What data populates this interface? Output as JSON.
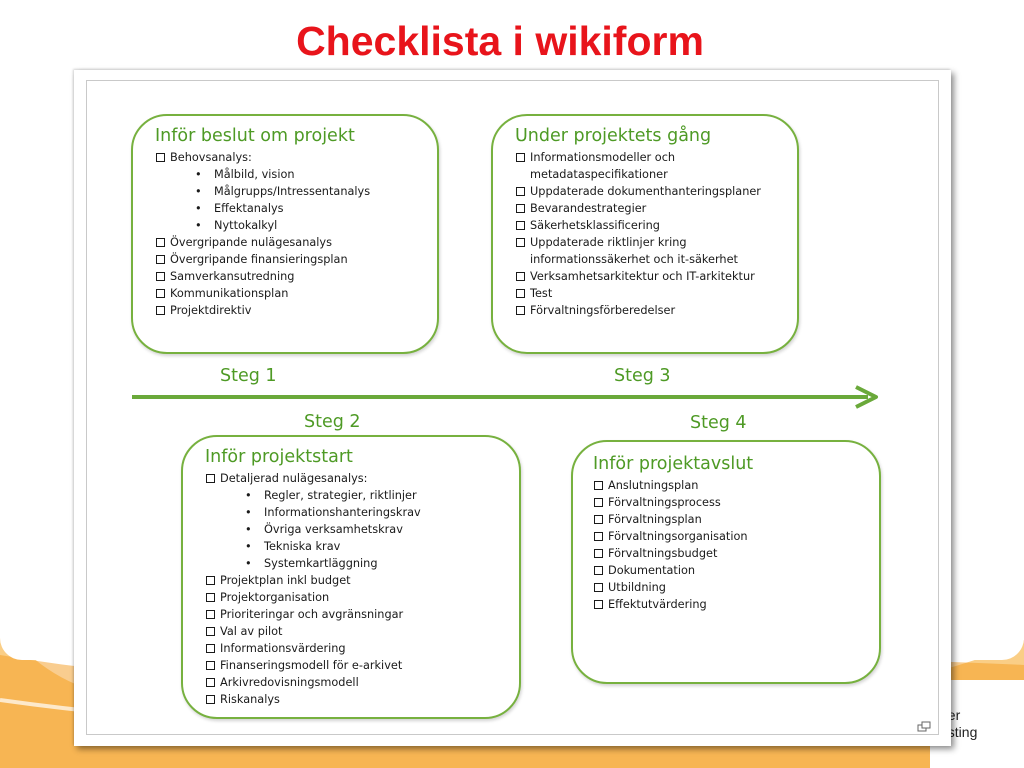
{
  "title": "Checklista i wikiform",
  "corner_logo": {
    "lines": [
      "s",
      "ner",
      "dsting"
    ]
  },
  "boxes": {
    "box1": {
      "title": "Inför beslut om projekt",
      "items": [
        {
          "kind": "cb",
          "text": "Behovsanalys:"
        },
        {
          "kind": "sub",
          "text": "Målbild, vision"
        },
        {
          "kind": "sub",
          "text": "Målgrupps/Intressentanalys"
        },
        {
          "kind": "sub",
          "text": "Effektanalys"
        },
        {
          "kind": "sub",
          "text": "Nyttokalkyl"
        },
        {
          "kind": "cb",
          "text": "Övergripande nulägesanalys"
        },
        {
          "kind": "cb",
          "text": "Övergripande finansieringsplan"
        },
        {
          "kind": "cb",
          "text": "Samverkansutredning"
        },
        {
          "kind": "cb",
          "text": "Kommunikationsplan"
        },
        {
          "kind": "cb",
          "text": "Projektdirektiv"
        }
      ]
    },
    "box2": {
      "title": "Under projektets gång",
      "items": [
        {
          "kind": "cb",
          "text": "Informationsmodeller och"
        },
        {
          "kind": "cont",
          "text": "metadataspecifikationer"
        },
        {
          "kind": "cb",
          "text": "Uppdaterade dokumenthanteringsplaner"
        },
        {
          "kind": "cb",
          "text": "Bevarandestrategier"
        },
        {
          "kind": "cb",
          "text": "Säkerhetsklassificering"
        },
        {
          "kind": "cb",
          "text": "Uppdaterade riktlinjer kring"
        },
        {
          "kind": "cont",
          "text": "informationssäkerhet och it-säkerhet"
        },
        {
          "kind": "cb",
          "text": "Verksamhetsarkitektur och IT-arkitektur"
        },
        {
          "kind": "cb",
          "text": "Test"
        },
        {
          "kind": "cb",
          "text": "Förvaltningsförberedelser"
        }
      ]
    },
    "box3": {
      "title": "Inför projektstart",
      "items": [
        {
          "kind": "cb",
          "text": "Detaljerad nulägesanalys:"
        },
        {
          "kind": "sub",
          "text": "Regler, strategier, riktlinjer"
        },
        {
          "kind": "sub",
          "text": "Informationshanteringskrav"
        },
        {
          "kind": "sub",
          "text": "Övriga verksamhetskrav"
        },
        {
          "kind": "sub",
          "text": "Tekniska krav"
        },
        {
          "kind": "sub",
          "text": "Systemkartläggning"
        },
        {
          "kind": "cb",
          "text": "Projektplan inkl budget"
        },
        {
          "kind": "cb",
          "text": "Projektorganisation"
        },
        {
          "kind": "cb",
          "text": "Prioriteringar och avgränsningar"
        },
        {
          "kind": "cb",
          "text": "Val av pilot"
        },
        {
          "kind": "cb",
          "text": "Informationsvärdering"
        },
        {
          "kind": "cb",
          "text": "Finanseringsmodell för e-arkivet"
        },
        {
          "kind": "cb",
          "text": "Arkivredovisningsmodell"
        },
        {
          "kind": "cb",
          "text": "Riskanalys"
        }
      ]
    },
    "box4": {
      "title": "Inför projektavslut",
      "items": [
        {
          "kind": "cb",
          "text": "Anslutningsplan"
        },
        {
          "kind": "cb",
          "text": "Förvaltningsprocess"
        },
        {
          "kind": "cb",
          "text": "Förvaltningsplan"
        },
        {
          "kind": "cb",
          "text": "Förvaltningsorganisation"
        },
        {
          "kind": "cb",
          "text": "Förvaltningsbudget"
        },
        {
          "kind": "cb",
          "text": "Dokumentation"
        },
        {
          "kind": "cb",
          "text": "Utbildning"
        },
        {
          "kind": "cb",
          "text": "Effektutvärdering"
        }
      ]
    }
  },
  "steps": {
    "steg1": "Steg 1",
    "steg2": "Steg 2",
    "steg3": "Steg 3",
    "steg4": "Steg 4"
  },
  "colors": {
    "title_red": "#e8141b",
    "box_green": "#77b13f",
    "text_green": "#4e9a25",
    "arrow_green": "#6aa93a"
  },
  "icons": [
    "checkbox-icon",
    "bullet-icon",
    "arrow-right-icon",
    "resize-icon"
  ]
}
